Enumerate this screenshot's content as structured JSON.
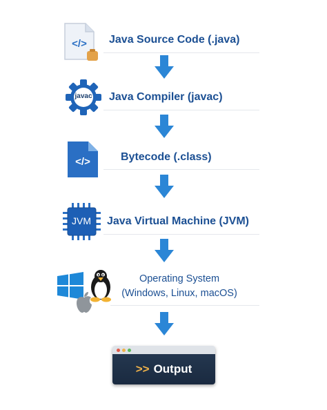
{
  "steps": [
    {
      "label": "Java Source Code (.java)",
      "icon": "java-file-icon"
    },
    {
      "label": "Java Compiler (javac)",
      "icon": "compiler-gear-icon",
      "icon_text": "javac"
    },
    {
      "label": "Bytecode (.class)",
      "icon": "bytecode-file-icon"
    },
    {
      "label": "Java Virtual Machine (JVM)",
      "icon": "jvm-chip-icon",
      "icon_text": "JVM"
    },
    {
      "label_line1": "Operating System",
      "label_line2": "(Windows, Linux, macOS)",
      "icons": [
        "windows-logo-icon",
        "linux-penguin-icon",
        "apple-logo-icon"
      ]
    }
  ],
  "output": {
    "prompt": ">>",
    "label": "Output",
    "icon": "terminal-window-icon"
  },
  "colors": {
    "label": "#1b4f93",
    "arrow": "#2b86d6",
    "gear": "#1f64b8",
    "file_blue": "#2a6fc4",
    "terminal": "#1f3148",
    "prompt": "#f0b24a"
  }
}
